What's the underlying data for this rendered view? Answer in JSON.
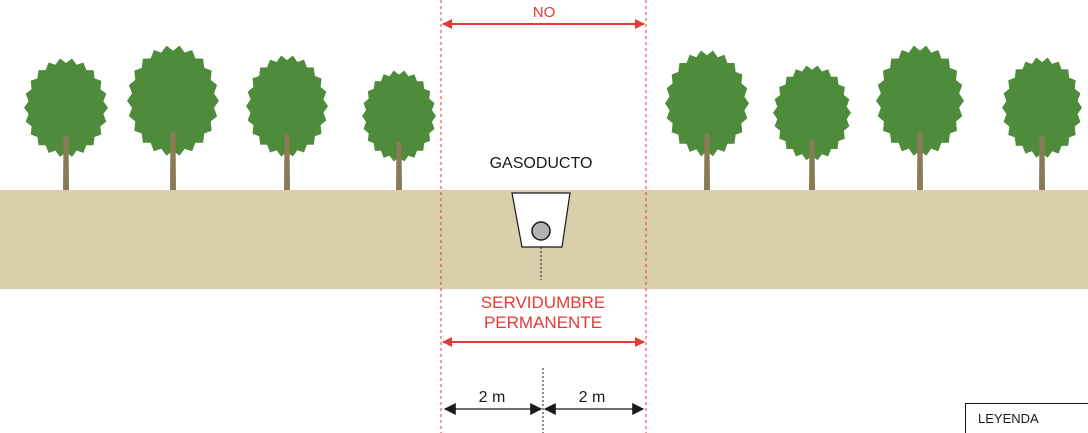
{
  "labels": {
    "no": "NO",
    "gasoducto": "GASODUCTO",
    "servidumbre_line1": "SERVIDUMBRE",
    "servidumbre_line2": "PERMANENTE",
    "dim_left": "2 m",
    "dim_right": "2 m",
    "legend": "LEYENDA"
  },
  "colors": {
    "ground": "#d9cfab",
    "tree_foliage": "#4e8c3c",
    "tree_trunk": "#8a7a55",
    "restriction_red": "#e53935",
    "pipe_fill": "#b3b3b3"
  }
}
